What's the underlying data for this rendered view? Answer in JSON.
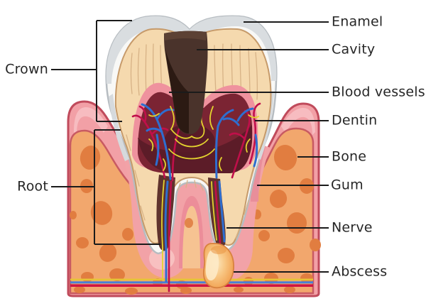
{
  "labels": {
    "crown": "Crown",
    "root": "Root",
    "enamel": "Enamel",
    "cavity": "Cavity",
    "blood_vessels": "Blood vessels",
    "dentin": "Dentin",
    "bone": "Bone",
    "gum": "Gum",
    "nerve": "Nerve",
    "abscess": "Abscess"
  },
  "colors": {
    "background": "#ffffff",
    "label_text": "#262626",
    "leader_line": "#1b1b1b",
    "gum_pink": "#f2a0a6",
    "gum_light": "#f7bcc0",
    "gum_outline": "#c04b5c",
    "bone_orange": "#f2a76d",
    "bone_spots": "#e17d40",
    "socket_pink": "#f2a2a7",
    "enamel_white": "#f8f8f6",
    "enamel_shade": "#d9dde0",
    "dentin_tan": "#f5d9ae",
    "pulp_pink": "#ef929e",
    "pulp_maroon": "#7b2433",
    "canal_brown": "#5f332d",
    "vessel_red": "#c00f4a",
    "vessel_blue": "#2e6ed0",
    "nerve_yellow": "#e3d32f",
    "cavity_brown": "#2c1a13",
    "abscess_orange": "#f6bd7d"
  }
}
